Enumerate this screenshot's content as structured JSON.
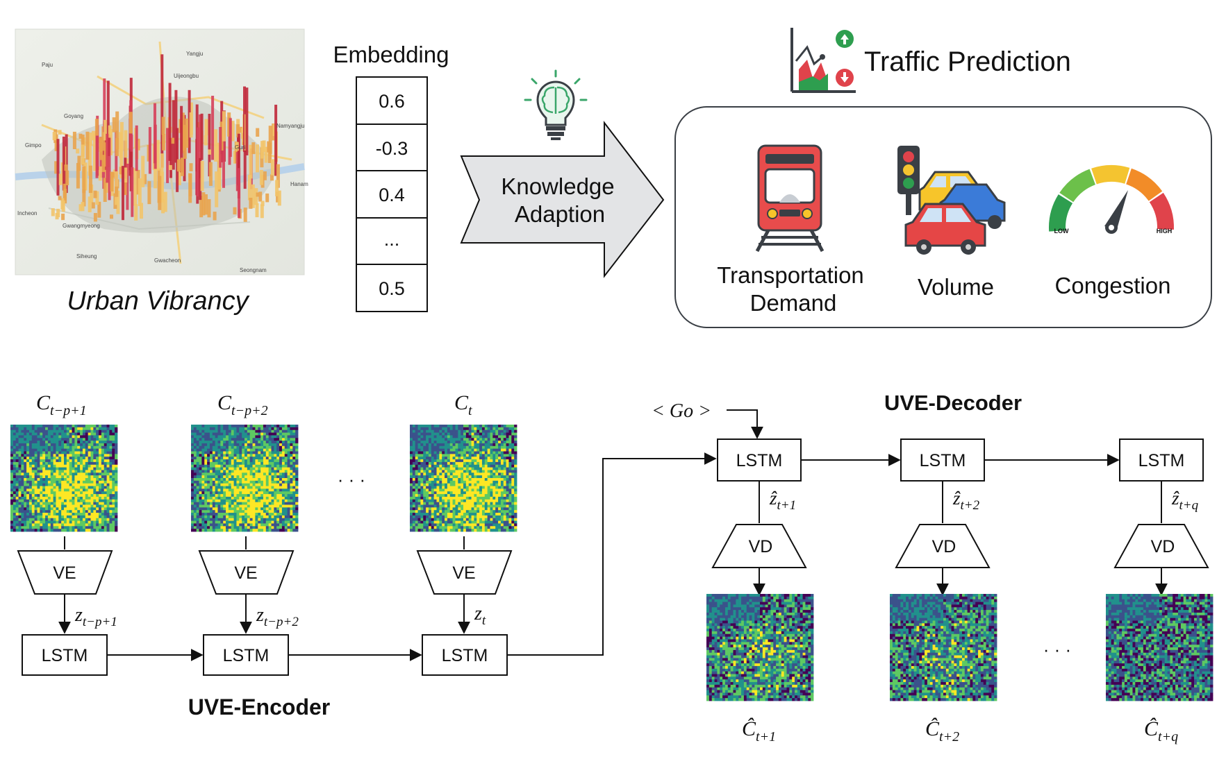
{
  "top": {
    "urban_vibrancy_label": "Urban Vibrancy",
    "map_places": [
      "Paju",
      "Goyang",
      "Uijeongbu",
      "Yangju",
      "Namyangju",
      "Gimpo",
      "Incheon",
      "Seongnam",
      "Gwacheon",
      "Siheung",
      "Guri",
      "Hanam",
      "Gwangmyeong"
    ],
    "embedding_title": "Embedding",
    "embedding_values": [
      "0.6",
      "-0.3",
      "0.4",
      "...",
      "0.5"
    ],
    "knowledge_line1": "Knowledge",
    "knowledge_line2": "Adaption",
    "traffic_title": "Traffic Prediction",
    "tasks": {
      "transport_line1": "Transportation",
      "transport_line2": "Demand",
      "volume": "Volume",
      "congestion": "Congestion",
      "gauge_low": "LOW",
      "gauge_high": "HIGH"
    }
  },
  "encoder": {
    "title": "UVE-Encoder",
    "columns": [
      {
        "c_base": "C",
        "c_sub": "t−p+1",
        "ve": "VE",
        "z_base": "z",
        "z_sub": "t−p+1",
        "lstm": "LSTM"
      },
      {
        "c_base": "C",
        "c_sub": "t−p+2",
        "ve": "VE",
        "z_base": "z",
        "z_sub": "t−p+2",
        "lstm": "LSTM"
      },
      {
        "c_base": "C",
        "c_sub": "t",
        "ve": "VE",
        "z_base": "z",
        "z_sub": "t",
        "lstm": "LSTM"
      }
    ],
    "ellipsis": "· · ·"
  },
  "decoder": {
    "title": "UVE-Decoder",
    "go_token": "< Go >",
    "columns": [
      {
        "lstm": "LSTM",
        "z_base": "ẑ",
        "z_sub": "t+1",
        "vd": "VD",
        "c_base": "Ĉ",
        "c_sub": "t+1"
      },
      {
        "lstm": "LSTM",
        "z_base": "ẑ",
        "z_sub": "t+2",
        "vd": "VD",
        "c_base": "Ĉ",
        "c_sub": "t+2"
      },
      {
        "lstm": "LSTM",
        "z_base": "ẑ",
        "z_sub": "t+q",
        "vd": "VD",
        "c_base": "Ĉ",
        "c_sub": "t+q"
      }
    ],
    "ellipsis": "· · ·"
  },
  "colors": {
    "viridis": [
      "#440154",
      "#3b528b",
      "#21918c",
      "#5ec962",
      "#fde725"
    ],
    "train_red": "#e84c4c",
    "car_yellow": "#f7c52a",
    "car_blue": "#3b7bd8",
    "car_red": "#e54646",
    "gauge": [
      "#2e9e4f",
      "#6cc04a",
      "#f4c430",
      "#f28c28",
      "#e0434b"
    ],
    "bulb_green": "#3aa66a"
  }
}
